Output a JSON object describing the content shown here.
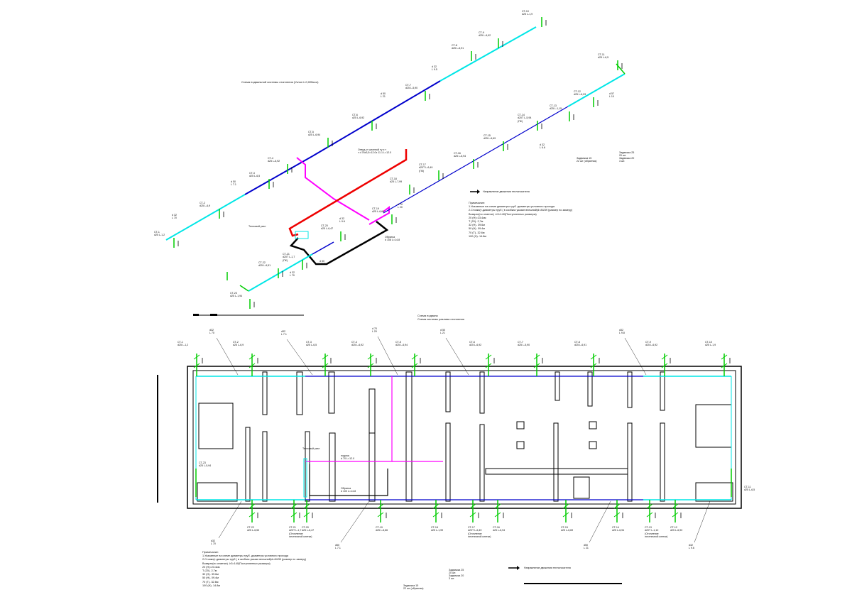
{
  "colors": {
    "supply_main": "#00e6e6",
    "supply_riser": "#0000cc",
    "return_line": "#ff00ff",
    "hot_line": "#ee0000",
    "connection": "#000000",
    "riser_green": "#00cc00",
    "wall": "#000000"
  },
  "top": {
    "title": "Схема подвальной системы отопления (Уклон i=0,005м.м)",
    "node_label": "Тепловой узел",
    "supply_label": "Отвод от штатной ту и т\nт d 76x3,5=12.0x 11.1 L=12.0",
    "return_label": "Обратка\nd 108 L=14.8",
    "arrow_label": "Направление движения теплоносителя",
    "valve_labels": [
      "Задвижка 25",
      "20 шт.",
      "Задвижка 20",
      "3 шт."
    ],
    "valve_tag": "Задвижка 15\n22 шт (обратная)",
    "pipe_labels": [
      "d 32\nL 70",
      "d 50\nL 7.1",
      "d 50\nL 21",
      "d 32\nL 9.5",
      "d 57\nL 10",
      "d 32\nL 6.6",
      "d 70\nL 20",
      "d 32\nL 9.6",
      "d 32\nL 70",
      "d 50\nL 2.7"
    ],
    "risers": [
      {
        "name": "СТ-1",
        "size": "d25 L-1,2"
      },
      {
        "name": "СТ-2",
        "size": "d25 L-6,9"
      },
      {
        "name": "СТ-3",
        "size": "d25 L-6,5"
      },
      {
        "name": "СТ-4",
        "size": "d25 L-6,92"
      },
      {
        "name": "СТ-5",
        "size": "d25 L-6,94"
      },
      {
        "name": "СТ-6",
        "size": "d25 L-6,92"
      },
      {
        "name": "СТ-7",
        "size": "d25 L-5,90"
      },
      {
        "name": "СТ-8",
        "size": "d25 L-6,91"
      },
      {
        "name": "СТ-9",
        "size": "d25 L-6,92"
      },
      {
        "name": "СТ-10",
        "size": "d25 L-1,9"
      },
      {
        "name": "СТ-11",
        "size": "d25 L-6,5"
      },
      {
        "name": "СТ-12",
        "size": "d25 L-6,93"
      },
      {
        "name": "СТ-13",
        "size": "d25 L-1,15"
      },
      {
        "name": "СТ-14",
        "size": "d20Т L-5,94\n(ПК)"
      },
      {
        "name": "СТ-15",
        "size": "d25 L-6,69"
      },
      {
        "name": "СТ-16",
        "size": "d25 L-6,94"
      },
      {
        "name": "СТ-17",
        "size": "d20Т L-6,49\n(ПК)"
      },
      {
        "name": "СТ-18",
        "size": "d25 L-7,99"
      },
      {
        "name": "СТ-19",
        "size": "d25 L-6,66"
      },
      {
        "name": "СТ-20",
        "size": "d25 L-6,47"
      },
      {
        "name": "СТ-21",
        "size": "d20Т L-1,7\n(ПК)"
      },
      {
        "name": "СТ-22",
        "size": "d25 L-6,51"
      },
      {
        "name": "СТ-23",
        "size": "d25 L-1,94"
      }
    ],
    "notes": [
      "Примечание:",
      "1.Указанные на схеме диаметры труб -диаметры условного прохода",
      "2.Стояки(т-диаметры труб ( в скобках указан внешний)d=84/39 (размер по замеру)",
      "Возврат(по отметке) -h3=140(Поступленных размеры)",
      "20 (Н)=23.4км",
      "Т (20)- 2,7м",
      "32 (Н)- 39.6м",
      "50 (Н)- 09.4м",
      "70 (Т)- 32.6м",
      "100 (Н)- 14.8м"
    ]
  },
  "bottom": {
    "title_line1": "Схема подвала",
    "title_line2": "Схема системы разлива отопления",
    "node_label": "Тепловой узел",
    "supply_label": "подача\nd 70 L=12.0",
    "return_label": "Обратка\nd 100 L=14.8",
    "arrow_label": "Направление движения теплоносителя",
    "valve_labels": [
      "Задвижка 25",
      "20 шт.",
      "Задвижка 20",
      "3 шт."
    ],
    "valve_tag": "Задвижка 15\n22 шт (обратная)",
    "pipe_tags": [
      "d32\nL 70",
      "d32\nL 7.1",
      "d 70\nL 20",
      "d 50\nL 21",
      "d32\nL 9.8",
      "d32\nL 70",
      "d50\nL 7.1",
      "d50\nL 21",
      "d32\nL 9.6"
    ],
    "top_risers": [
      {
        "name": "СТ-1",
        "size": "d25 L-1,2"
      },
      {
        "name": "СТ-2",
        "size": "d25 L-6,9"
      },
      {
        "name": "СТ-3",
        "size": "d25 L-6,5"
      },
      {
        "name": "СТ-4",
        "size": "d25 L-6,92"
      },
      {
        "name": "СТ-5",
        "size": "d25 L-6,94"
      },
      {
        "name": "СТ-6",
        "size": "d25 L-6,92"
      },
      {
        "name": "СТ-7",
        "size": "d25 L-5,90"
      },
      {
        "name": "СТ-8",
        "size": "d25 L-6,91"
      },
      {
        "name": "СТ-9",
        "size": "d25 L-6,92"
      },
      {
        "name": "СТ-10",
        "size": "d25 L-1,9"
      }
    ],
    "bottom_risers": [
      {
        "name": "СТ-22",
        "size": "d25 L-6,53"
      },
      {
        "name": "СТ-21",
        "size": "d20Т L-1,7\n(Отопление\nлестничной клетки)"
      },
      {
        "name": "СТ-20",
        "size": "d25 L-6,47"
      },
      {
        "name": "СТ-19",
        "size": "d25 L-6,66"
      },
      {
        "name": "СТ-18",
        "size": "d25 L-1,99"
      },
      {
        "name": "СТ-17",
        "size": "d20Т L-6,49\n(Отопление\nлестничной клетки)"
      },
      {
        "name": "СТ-16",
        "size": "d25 L-6,94"
      },
      {
        "name": "СТ-15",
        "size": "d25 L-6,69"
      },
      {
        "name": "СТ-14",
        "size": "d25 L-6,94"
      },
      {
        "name": "СТ-13",
        "size": "d20Т L-1,12\n(Отопление\nлестничной клетки)"
      },
      {
        "name": "СТ-12",
        "size": "d25 L-6,93"
      }
    ],
    "side_risers": [
      {
        "name": "СТ-23",
        "size": "d25 L-5,94"
      },
      {
        "name": "СТ-11",
        "size": "d25 L-6,5"
      }
    ],
    "notes": [
      "Примечание:",
      "1.Указанные на схеме диаметры труб -диаметры условного прохода",
      "2.Стояки(т-диаметры труб ( в скобках указан внешний)d=84/39 (размер по замеру)",
      "Возврат(по отметке) -h3=140(Поступленных размеры)",
      "20 (Н)=23.4км",
      "Т (20)- 2,7м",
      "32 (Н)- 39.6м",
      "50 (Н)- 09.4м",
      "70 (Т)- 32.6м",
      "100 (Н)- 14.8м"
    ]
  }
}
